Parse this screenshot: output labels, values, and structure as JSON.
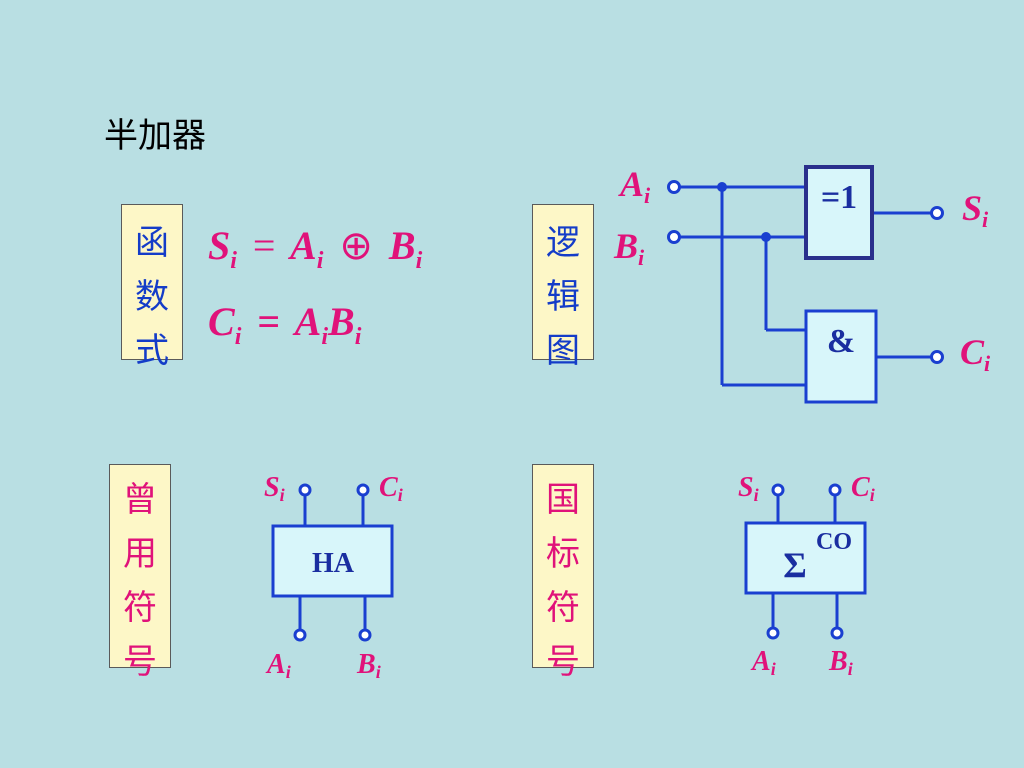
{
  "title": "半加器",
  "labels": {
    "function": [
      "函",
      "数",
      "式"
    ],
    "logic": [
      "逻",
      "辑",
      "图"
    ],
    "old_symbol": [
      "曾",
      "用",
      "符",
      "号"
    ],
    "std_symbol": [
      "国",
      "标",
      "符",
      "号"
    ]
  },
  "formula": {
    "s_lhs": "S",
    "s_lhs_sub": "i",
    "s_eq": "=",
    "s_a": "A",
    "s_a_sub": "i",
    "s_op": "⊕",
    "s_b": "B",
    "s_b_sub": "i",
    "c_lhs": "C",
    "c_lhs_sub": "i",
    "c_eq": "=",
    "c_a": "A",
    "c_a_sub": "i",
    "c_b": "B",
    "c_b_sub": "i"
  },
  "logic_diagram": {
    "in_a": "A",
    "in_a_sub": "i",
    "in_b": "B",
    "in_b_sub": "i",
    "xor_label": "=1",
    "and_label": "&",
    "out_s": "S",
    "out_s_sub": "i",
    "out_c": "C",
    "out_c_sub": "i"
  },
  "ha_symbol": {
    "box_label": "HA",
    "s": "S",
    "s_sub": "i",
    "c": "C",
    "c_sub": "i",
    "a": "A",
    "a_sub": "i",
    "b": "B",
    "b_sub": "i"
  },
  "std_symbol": {
    "sigma": "Σ",
    "co": "CO",
    "s": "S",
    "s_sub": "i",
    "c": "C",
    "c_sub": "i",
    "a": "A",
    "a_sub": "i",
    "b": "B",
    "b_sub": "i"
  },
  "colors": {
    "background": "#b9dfe3",
    "label_bg": "#fdf7c7",
    "magenta": "#e0127a",
    "wire": "#1a3fd0",
    "gate_fill": "#d8f6fa"
  }
}
